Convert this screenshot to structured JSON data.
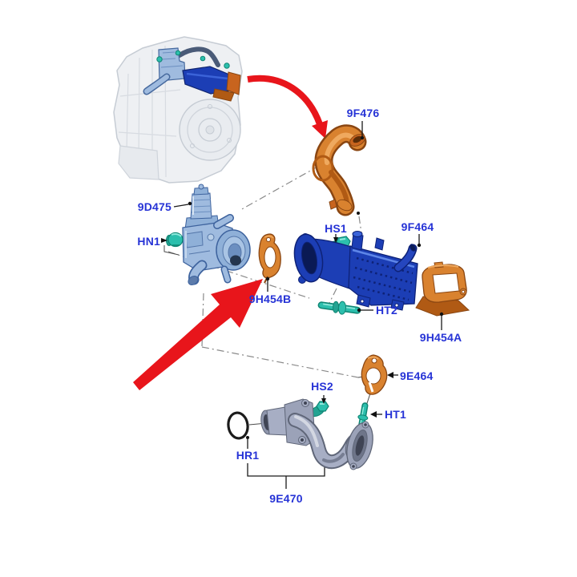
{
  "diagram": {
    "type": "exploded-parts-diagram",
    "subject": "EGR cooler and tube assembly with engine location overview"
  },
  "colors": {
    "background": "#ffffff",
    "label": "#2633D6",
    "arrow": "#E8151B",
    "leader": "#1a1a1a",
    "dash_line": "#8a8a8a",
    "part_orange": "#D9822F",
    "part_orange_dark": "#8A4612",
    "part_dark_blue": "#1C3EB5",
    "part_light_blue": "#9FBBDF",
    "fastener_teal": "#2CBFAD",
    "tube_gray": "#A7AEC4",
    "engine_ghost": "#C6CCD4",
    "oring_black": "#1b1b1b"
  },
  "labels": {
    "f476": "9F476",
    "d475": "9D475",
    "hn1": "HN1",
    "hs1": "HS1",
    "f464": "9F464",
    "h454b": "9H454B",
    "ht2": "HT2",
    "h454a": "9H454A",
    "e464": "9E464",
    "hs2": "HS2",
    "ht1": "HT1",
    "hr1": "HR1",
    "e470": "9E470"
  }
}
